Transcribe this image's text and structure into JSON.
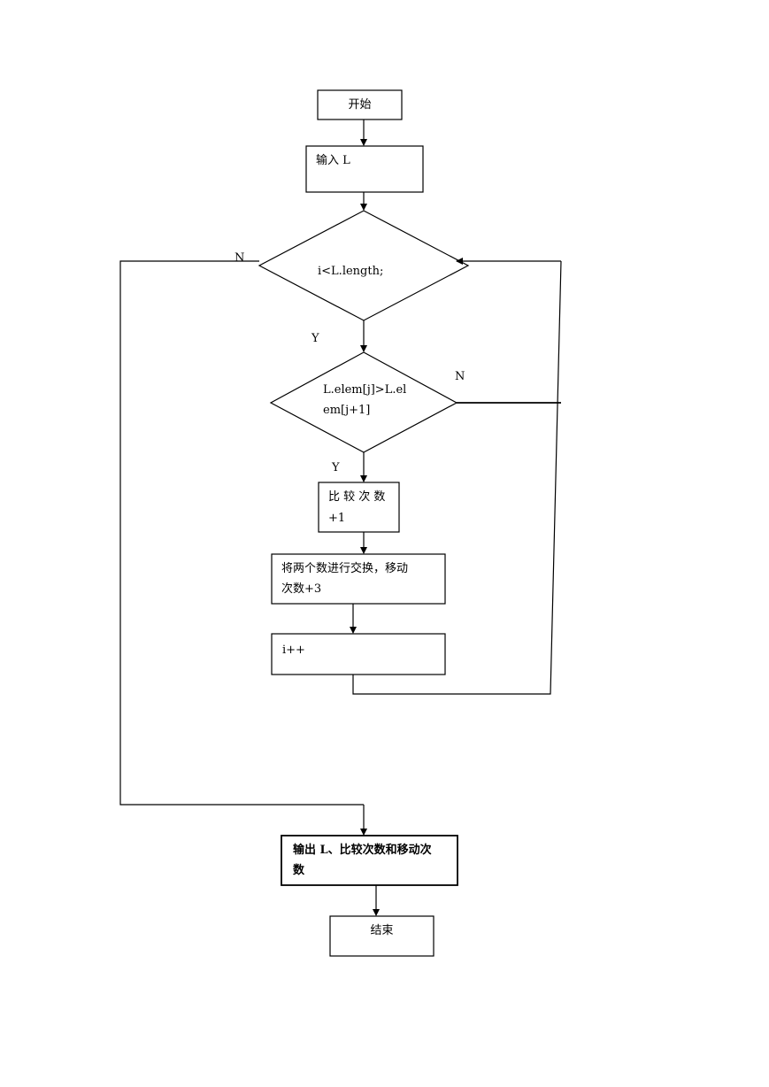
{
  "flowchart": {
    "start": "开始",
    "input": "输入 L",
    "loop_condition": "i<L.length;",
    "compare_condition": [
      "L.elem[j]>L.el",
      "em[j+1]"
    ],
    "compare_count": [
      "比 较 次 数",
      "+1"
    ],
    "swap": [
      "将两个数进行交换，移动",
      "次数+3"
    ],
    "increment": "i++",
    "output": [
      "输出 L、比较次数和移动次",
      "数"
    ],
    "end": "结束"
  },
  "edge_labels": {
    "loop_no": "N",
    "loop_yes": "Y",
    "compare_no": "N",
    "compare_yes": "Y"
  }
}
